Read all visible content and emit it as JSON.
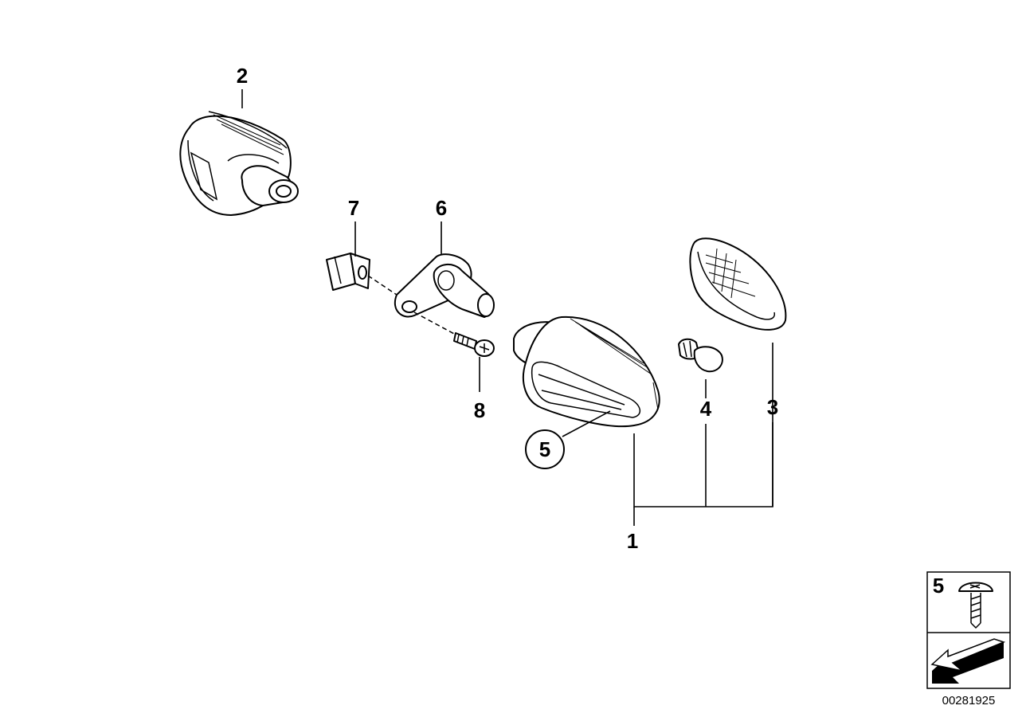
{
  "callouts": {
    "c1": "1",
    "c2": "2",
    "c3": "3",
    "c4": "4",
    "c5": "5",
    "c6": "6",
    "c7": "7",
    "c8": "8"
  },
  "inset": {
    "label": "5"
  },
  "reference_number": "00281925",
  "icons": {
    "screw_inset": "screw-icon",
    "arrow_inset": "direction-arrow-icon"
  }
}
